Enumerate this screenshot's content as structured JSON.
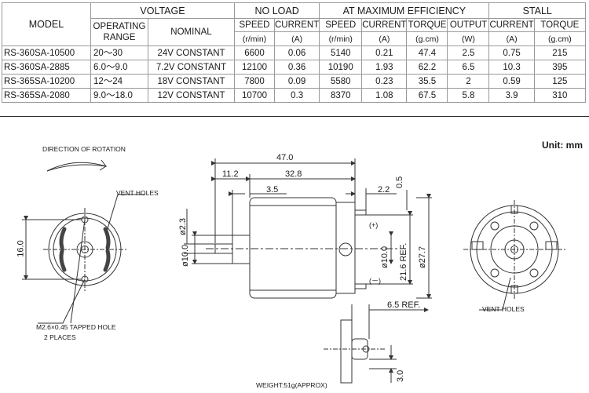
{
  "table": {
    "headers": {
      "model": "MODEL",
      "voltage": "VOLTAGE",
      "operating_range": [
        "OPERATING",
        "RANGE"
      ],
      "nominal": "NOMINAL",
      "no_load": "NO LOAD",
      "at_max_efficiency": "AT MAXIMUM EFFICIENCY",
      "stall": "STALL",
      "speed": "SPEED",
      "current": "CURRENT",
      "torque": "TORQUE",
      "output": "OUTPUT",
      "unit_speed": "(r/min)",
      "unit_current": "(A)",
      "unit_torque": "(g.cm)",
      "unit_output": "(W)"
    },
    "rows": [
      [
        "RS-360SA-10500",
        "20～30",
        "24V CONSTANT",
        "6600",
        "0.06",
        "5140",
        "0.21",
        "47.4",
        "2.5",
        "0.75",
        "215"
      ],
      [
        "RS-360SA-2885",
        "6.0～9.0",
        "7.2V CONSTANT",
        "12100",
        "0.36",
        "10190",
        "1.93",
        "62.2",
        "6.5",
        "10.3",
        "395"
      ],
      [
        "RS-365SA-10200",
        "12～24",
        "18V CONSTANT",
        "7800",
        "0.09",
        "5580",
        "0.23",
        "35.5",
        "2",
        "0.59",
        "125"
      ],
      [
        "RS-365SA-2080",
        "9.0～18.0",
        "12V CONSTANT",
        "10700",
        "0.3",
        "8370",
        "1.08",
        "67.5",
        "5.8",
        "3.9",
        "310"
      ]
    ]
  },
  "drawing": {
    "unit_label": "Unit: mm",
    "direction_label": "DIRECTION OF ROTATION",
    "vent_holes_left": "VENT HOLES",
    "vent_holes_right": "VENT HOLES",
    "tapped_hole": "M2.6×0.45 TAPPED HOLE",
    "places": "2 PLACES",
    "dim_47": "47.0",
    "dim_11_2": "11.2",
    "dim_32_8": "32.8",
    "dim_3_5": "3.5",
    "dim_2_2": "2.2",
    "dim_0_5": "0.5",
    "dim_d2_3": "ø2.3",
    "dim_d10_left": "ø10.0",
    "dim_d10_right": "ø10.0",
    "dim_21_6": "21.6 REF.",
    "dim_d27_7": "ø27.7",
    "dim_16": "16.0",
    "dim_6_5": "6.5 REF.",
    "dim_3_0": "3.0",
    "plus": "(+)",
    "minus": "(－)",
    "weight": "WEIGHT:51g(APPROX)"
  }
}
